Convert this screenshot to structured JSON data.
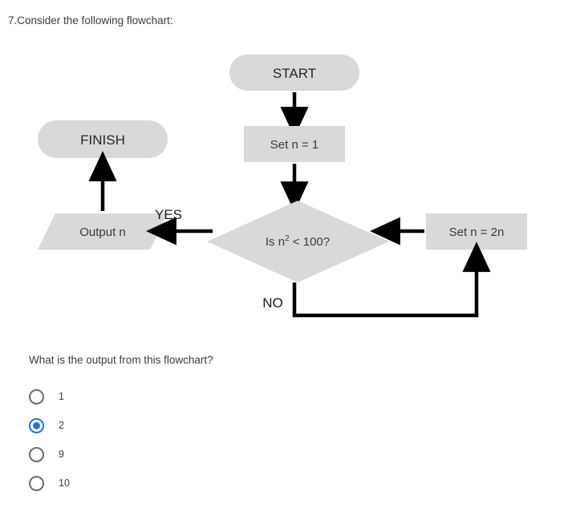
{
  "question": {
    "number": "7.",
    "prompt": "Consider the following flowchart:"
  },
  "flowchart": {
    "fill_color": "#d9d9d9",
    "line_color": "#000000",
    "nodes": {
      "start": {
        "label": "START",
        "shape": "stadium"
      },
      "set_n_1": {
        "label": "Set n = 1",
        "shape": "rectangle"
      },
      "decision": {
        "label_prefix": "Is n",
        "label_exponent": "2",
        "label_suffix": " < 100?",
        "shape": "diamond"
      },
      "set_n_2n": {
        "label": "Set n = 2n",
        "shape": "rectangle"
      },
      "output_n": {
        "label": "Output n",
        "shape": "parallelogram"
      },
      "finish": {
        "label": "FINISH",
        "shape": "stadium"
      }
    },
    "edge_labels": {
      "yes": "YES",
      "no": "NO"
    }
  },
  "answer": {
    "prompt": "What is the output from this flowchart?",
    "selected_index": 1,
    "options": [
      {
        "label": "1"
      },
      {
        "label": "2"
      },
      {
        "label": "9"
      },
      {
        "label": "10"
      }
    ],
    "accent_color": "#2671d9"
  }
}
